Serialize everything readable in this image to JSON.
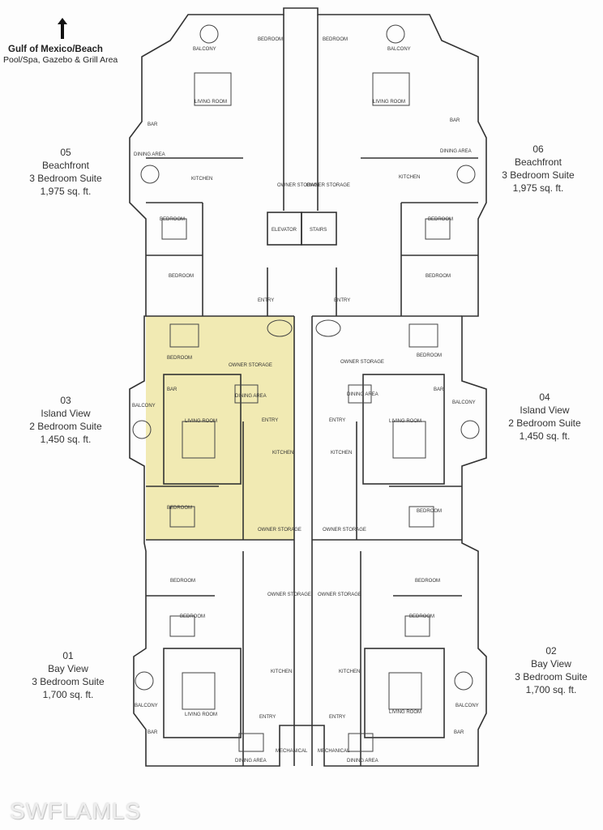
{
  "header": {
    "arrow_icon": "north-arrow-icon",
    "location_title": "Gulf of Mexico/Beach",
    "location_subtitle": "Pool/Spa, Gazebo & Grill Area"
  },
  "suites": [
    {
      "number": "05",
      "name": "Beachfront",
      "type": "3 Bedroom Suite",
      "area": "1,975 sq. ft."
    },
    {
      "number": "06",
      "name": "Beachfront",
      "type": "3 Bedroom Suite",
      "area": "1,975 sq. ft."
    },
    {
      "number": "03",
      "name": "Island View",
      "type": "2 Bedroom Suite",
      "area": "1,450 sq. ft."
    },
    {
      "number": "04",
      "name": "Island View",
      "type": "2 Bedroom Suite",
      "area": "1,450 sq. ft."
    },
    {
      "number": "01",
      "name": "Bay View",
      "type": "3 Bedroom Suite",
      "area": "1,700 sq. ft."
    },
    {
      "number": "02",
      "name": "Bay View",
      "type": "3 Bedroom Suite",
      "area": "1,700 sq. ft."
    }
  ],
  "rooms": {
    "bedroom": "BEDROOM",
    "balcony": "BALCONY",
    "living_room": "LIVING ROOM",
    "bar": "BAR",
    "dining_area": "DINING AREA",
    "kitchen": "KITCHEN",
    "elevator": "ELEVATOR",
    "stairs": "STAIRS",
    "entry": "ENTRY",
    "owner_storage": "OWNER STORAGE",
    "mechanical": "MECHANICAL"
  },
  "highlight_color": "#efe6a6",
  "watermark": "SWFLAMLS"
}
